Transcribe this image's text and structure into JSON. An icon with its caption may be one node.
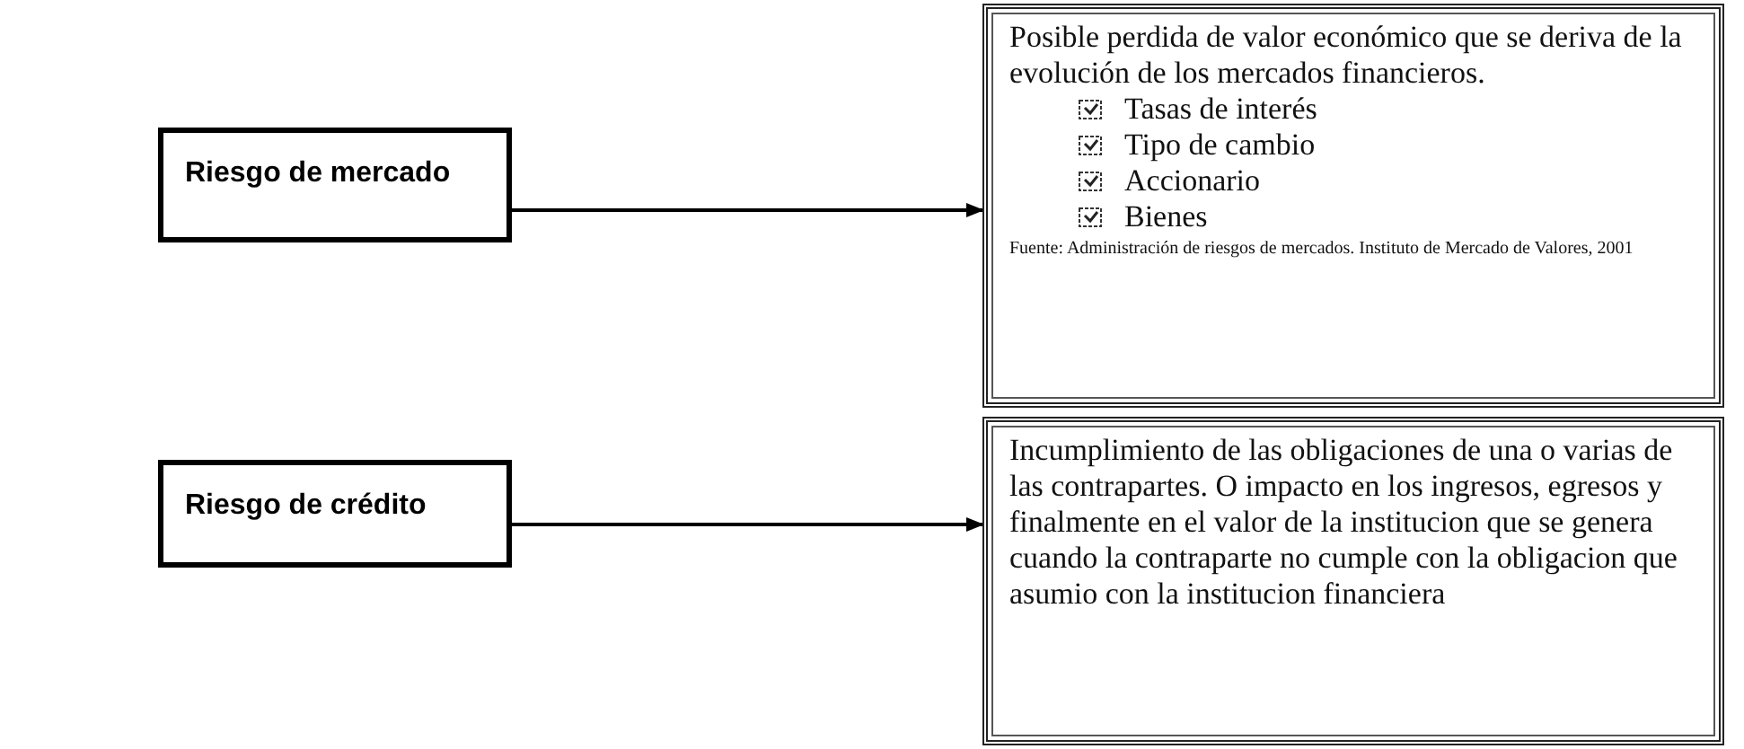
{
  "diagram": {
    "nodes": [
      {
        "text": [
          "Riesgo de mercado"
        ]
      },
      {
        "text": [
          "Posible perdida de valor económico que se deriva de la evolución de los mercados financieros.",
          "Tasas de interés",
          "Tipo de cambio",
          "Accionario",
          "Bienes",
          "Fuente: Administración de riesgos de mercados. Instituto de Mercado de Valores, 2001"
        ]
      },
      {
        "text": [
          "Riesgo de crédito"
        ]
      },
      {
        "text": [
          "Incumplimiento de las obligaciones de una o varias de las contrapartes. O impacto en los ingresos, egresos y finalmente en el valor de la institucion que se genera cuando la contraparte no cumple con la obligacion que asumio con la institucion financiera"
        ]
      }
    ],
    "edges": [
      {
        "from": 0,
        "to": 1,
        "arrow": "to"
      },
      {
        "from": 2,
        "to": 3,
        "arrow": "to"
      }
    ]
  }
}
